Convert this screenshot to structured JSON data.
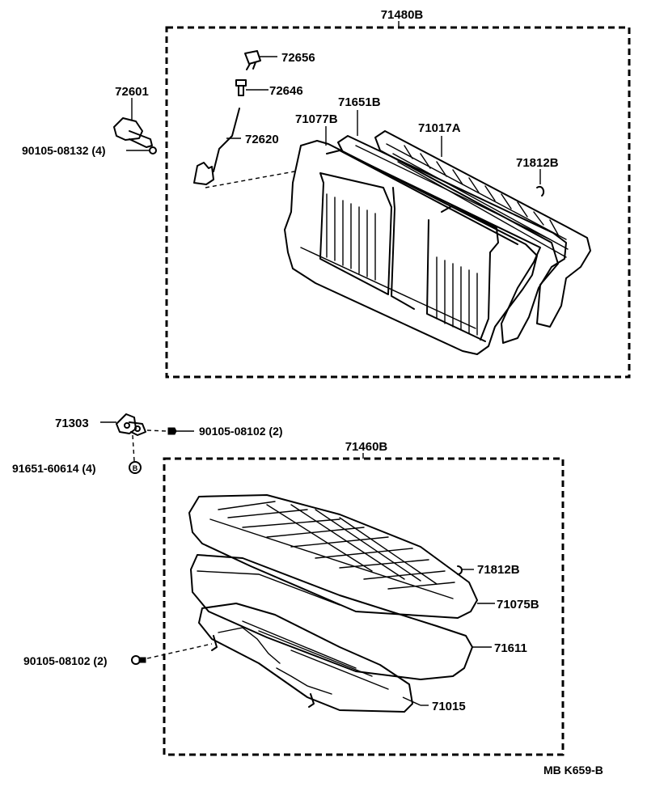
{
  "labels": {
    "assembly_back": "71480B",
    "p72656": "72656",
    "p72646": "72646",
    "p72620": "72620",
    "p72601": "72601",
    "bolt_back": "90105-08132 (4)",
    "p71651b": "71651B",
    "p71077b": "71077B",
    "p71017a": "71017A",
    "p71812b_top": "71812B",
    "p71303": "71303",
    "bolt_hinge": "90105-08102 (2)",
    "nut_hinge": "91651-60614 (4)",
    "assembly_cushion": "71460B",
    "p71812b_bottom": "71812B",
    "p71075b": "71075B",
    "p71611": "71611",
    "bolt_cushion": "90105-08102 (2)",
    "p71015": "71015",
    "drawing_code": "MB K659-B"
  }
}
